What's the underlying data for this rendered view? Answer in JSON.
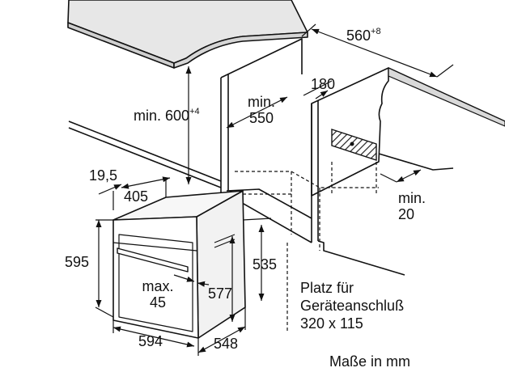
{
  "dimensions": {
    "width_counter": {
      "value": "560",
      "superscript": "+8"
    },
    "niche_height": {
      "prefix": "min.",
      "value": "600",
      "superscript": "+4"
    },
    "niche_depth": {
      "line1": "min.",
      "line2": "550"
    },
    "vent_depth": "180",
    "rear_gap": {
      "line1": "min.",
      "line2": "20"
    },
    "front_offset": "19,5",
    "oven_depth_top": "405",
    "oven_height": "595",
    "body_height": "535",
    "handle_max": {
      "line1": "max.",
      "line2": "45"
    },
    "front_height": "577",
    "oven_width": "594",
    "body_depth": "548"
  },
  "note": {
    "line1": "Platz für",
    "line2": "Geräteanschluß",
    "line3": "320 x 115"
  },
  "units": "Maße in mm"
}
